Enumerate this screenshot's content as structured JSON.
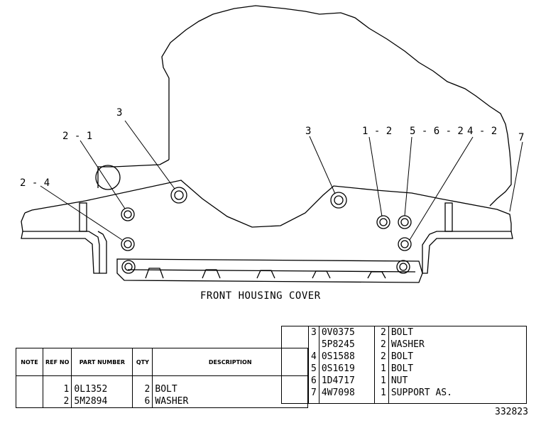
{
  "caption": "FRONT HOUSING COVER",
  "drawing_code": "332823",
  "callouts": {
    "c2_1": "2 - 1",
    "c2_4": "2 - 4",
    "c3_left": "3",
    "c3_right": "3",
    "c1_2": "1 - 2",
    "c5_6_2": "5 - 6 - 2",
    "c4_2": "4 - 2",
    "c7": "7"
  },
  "left_table": {
    "headers": {
      "note": "NOTE",
      "ref_no": "REF NO",
      "part_number": "PART NUMBER",
      "qty": "QTY",
      "description": "DESCRIPTION"
    },
    "rows": [
      {
        "ref": "1",
        "part": "0L1352",
        "qty": "2",
        "desc": "BOLT"
      },
      {
        "ref": "2",
        "part": "5M2894",
        "qty": "6",
        "desc": "WASHER"
      }
    ]
  },
  "right_table": {
    "rows": [
      {
        "ref": "3",
        "part": "0V0375",
        "qty": "2",
        "desc": "BOLT"
      },
      {
        "ref": "",
        "part": "5P8245",
        "qty": "2",
        "desc": "WASHER"
      },
      {
        "ref": "4",
        "part": "0S1588",
        "qty": "2",
        "desc": "BOLT"
      },
      {
        "ref": "5",
        "part": "0S1619",
        "qty": "1",
        "desc": "BOLT"
      },
      {
        "ref": "6",
        "part": "1D4717",
        "qty": "1",
        "desc": "NUT"
      },
      {
        "ref": "7",
        "part": "4W7098",
        "qty": "1",
        "desc": "SUPPORT AS."
      }
    ]
  }
}
